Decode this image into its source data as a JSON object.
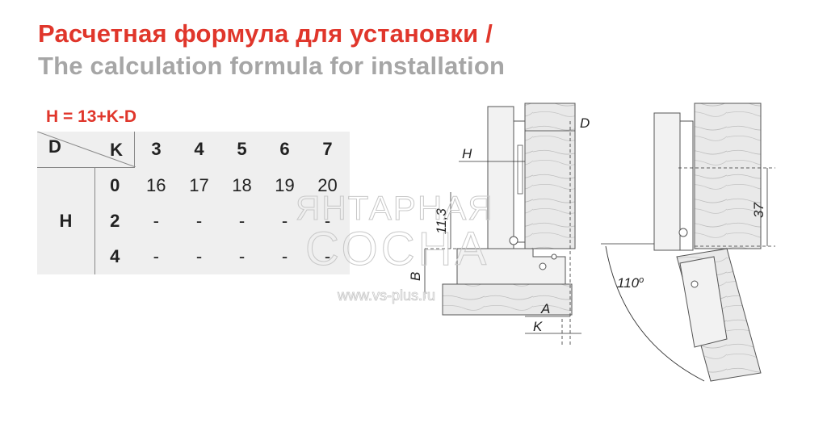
{
  "title_ru": "Расчетная формула для установки /",
  "title_en": "The calculation formula for installation",
  "formula": "H = 13+K-D",
  "table": {
    "corner_top": "D",
    "corner_bottom": "K",
    "h_label": "H",
    "k_header": [
      "3",
      "4",
      "5",
      "6",
      "7"
    ],
    "rows": [
      {
        "d": "0",
        "cells": [
          "16",
          "17",
          "18",
          "19",
          "20"
        ]
      },
      {
        "d": "2",
        "cells": [
          "-",
          "-",
          "-",
          "-",
          "-"
        ]
      },
      {
        "d": "4",
        "cells": [
          "-",
          "-",
          "-",
          "-",
          "-"
        ]
      }
    ]
  },
  "watermark": {
    "line1": "ЯНТАРНАЯ",
    "line2": "СОСНА",
    "url": "www.vs-plus.ru"
  },
  "diagram": {
    "label_d": "D",
    "label_h": "H",
    "label_113": "11,3",
    "label_b": "B",
    "label_a": "A",
    "label_k": "K",
    "label_37": "37",
    "label_angle": "110",
    "label_angle_unit": "o"
  },
  "colors": {
    "accent_red": "#e0362b",
    "subtitle_grey": "#a6a6a6",
    "table_bg": "#efefef",
    "wood_fill": "#e9e9e9"
  }
}
